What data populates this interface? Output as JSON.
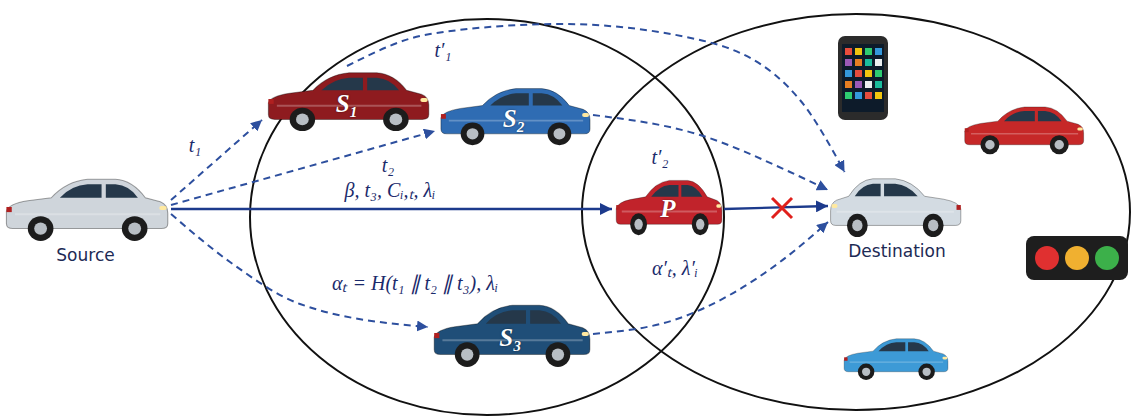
{
  "diagram": {
    "nodes": [
      {
        "text": [
          "Source"
        ]
      },
      {
        "text": [
          "S₁"
        ]
      },
      {
        "text": [
          "S₂"
        ]
      },
      {
        "text": [
          "P"
        ]
      },
      {
        "text": [
          "S₃"
        ]
      },
      {
        "text": [
          "Destination"
        ]
      }
    ],
    "edges": [
      {
        "from": 0,
        "to": 1,
        "arrow": "to",
        "label": "t₁"
      },
      {
        "from": 0,
        "to": 2,
        "arrow": "to",
        "label": "t₂"
      },
      {
        "from": 0,
        "to": 3,
        "arrow": "to",
        "label": "β, t₃, Cᵢ,ₜ, λᵢ"
      },
      {
        "from": 0,
        "to": 4,
        "arrow": "to",
        "label": "αₜ = H(t₁ ∥ t₂ ∥ t₃), λᵢ"
      },
      {
        "from": 1,
        "to": 5,
        "arrow": "to",
        "label": "t′₁"
      },
      {
        "from": 2,
        "to": 5,
        "arrow": "to",
        "label": "t′₂"
      },
      {
        "from": 3,
        "to": 5,
        "arrow": "to"
      },
      {
        "from": 4,
        "to": 5,
        "arrow": "to",
        "label": "α′ₜ, λ′ᵢ"
      }
    ]
  }
}
